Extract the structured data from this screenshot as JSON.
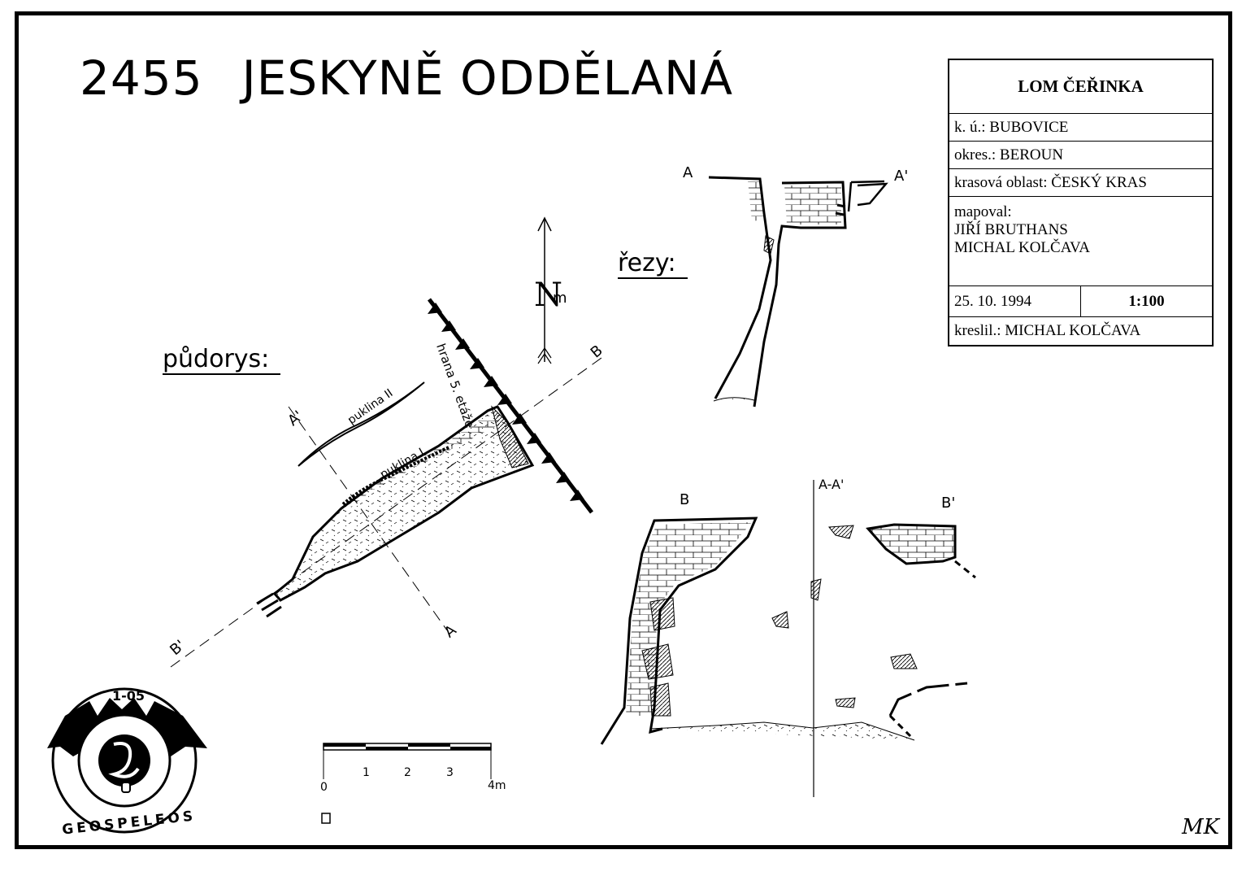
{
  "title": {
    "number": "2455",
    "name": "JESKYNĚ ODDĚLANÁ"
  },
  "title_block": {
    "locality": "LOM ČEŘINKA",
    "cadastral": "k. ú.: BUBOVICE",
    "district": "okres.: BEROUN",
    "karst_area": "krasová oblast: ČESKÝ KRAS",
    "mapped_label": "mapoval:",
    "mapped_by": [
      "JIŘÍ BRUTHANS",
      "MICHAL KOLČAVA"
    ],
    "date": "25. 10. 1994",
    "scale": "1:100",
    "drawn_by": "kreslil.: MICHAL KOLČAVA"
  },
  "labels": {
    "plan": "půdorys:",
    "sections": "řezy:",
    "north": "N",
    "north_sub": "m",
    "edge": "hrana 5. etáže",
    "fissure_1": "puklina I",
    "fissure_2": "puklina II",
    "sec_a": "A",
    "sec_a2": "A'",
    "sec_b": "B",
    "sec_b2": "B'",
    "sec_aa": "A-A'"
  },
  "scale_bar": {
    "ticks": [
      "0",
      "1",
      "2",
      "3",
      "4m"
    ]
  },
  "logo": {
    "code": "1-05",
    "name": "GEOSPELEOS"
  },
  "signature": "MK",
  "colors": {
    "ink": "#000000",
    "paper": "#ffffff"
  }
}
